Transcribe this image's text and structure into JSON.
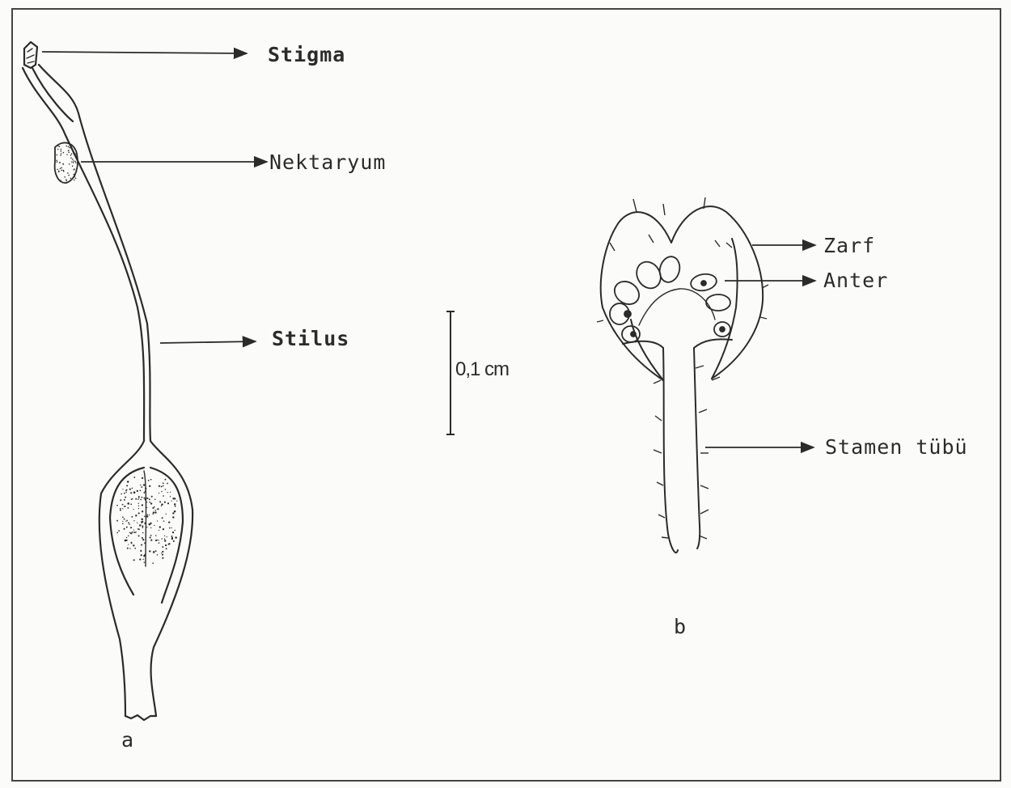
{
  "figure": {
    "panel_a": {
      "letter": "a",
      "labels": {
        "stigma": "Stigma",
        "nektaryum": "Nektaryum",
        "stilus": "Stilus"
      }
    },
    "panel_b": {
      "letter": "b",
      "labels": {
        "zarf": "Zarf",
        "anter": "Anter",
        "stamen_tubu": "Stamen tübü"
      }
    },
    "scale_bar": {
      "label": "0,1 cm"
    },
    "colors": {
      "ink": "#2b2b2b",
      "paper": "#fbfbfa",
      "frame": "#444444"
    }
  }
}
